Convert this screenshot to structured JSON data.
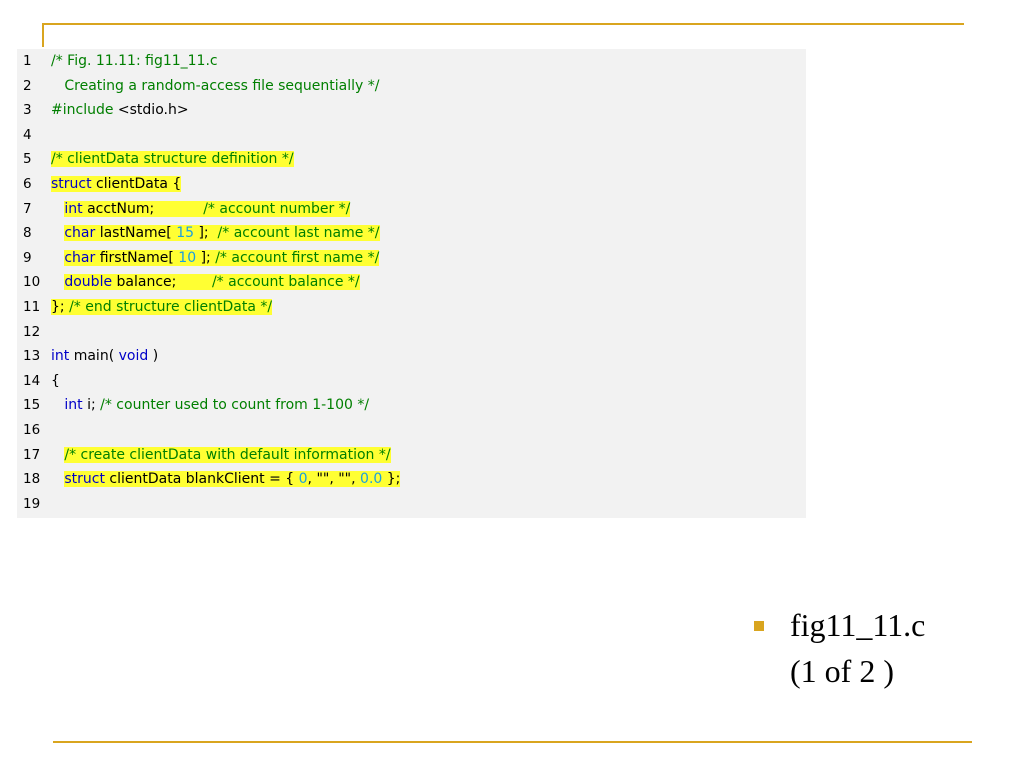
{
  "slide": {
    "bullet_title_line1": "fig11_11.c",
    "bullet_title_line2": "(1 of 2 )"
  },
  "code": {
    "lines": [
      {
        "num": "1",
        "segments": [
          {
            "t": "/* Fig. 11.11: fig11_11.c",
            "c": "cm"
          }
        ]
      },
      {
        "num": "2",
        "segments": [
          {
            "t": "   Creating a random-access file sequentially */",
            "c": "cm"
          }
        ]
      },
      {
        "num": "3",
        "segments": [
          {
            "t": "#include ",
            "c": "pp"
          },
          {
            "t": "<stdio.h>",
            "c": "plain"
          }
        ]
      },
      {
        "num": "4",
        "segments": []
      },
      {
        "num": "5",
        "highlight": true,
        "segments": [
          {
            "t": "/* clientData structure definition */",
            "c": "cm"
          }
        ]
      },
      {
        "num": "6",
        "highlight": true,
        "segments": [
          {
            "t": "struct",
            "c": "kw"
          },
          {
            "t": " clientData {",
            "c": "plain"
          }
        ]
      },
      {
        "num": "7",
        "highlight": true,
        "indent": "   ",
        "segments": [
          {
            "t": "int",
            "c": "kw"
          },
          {
            "t": " acctNum;           ",
            "c": "plain"
          },
          {
            "t": "/* account number */",
            "c": "cm"
          }
        ]
      },
      {
        "num": "8",
        "highlight": true,
        "indent": "   ",
        "segments": [
          {
            "t": "char",
            "c": "kw"
          },
          {
            "t": " lastName[ ",
            "c": "plain"
          },
          {
            "t": "15",
            "c": "num"
          },
          {
            "t": " ];  ",
            "c": "plain"
          },
          {
            "t": "/* account last name */",
            "c": "cm"
          }
        ]
      },
      {
        "num": "9",
        "highlight": true,
        "indent": "   ",
        "segments": [
          {
            "t": "char",
            "c": "kw"
          },
          {
            "t": " firstName[ ",
            "c": "plain"
          },
          {
            "t": "10",
            "c": "num"
          },
          {
            "t": " ]; ",
            "c": "plain"
          },
          {
            "t": "/* account first name */",
            "c": "cm"
          }
        ]
      },
      {
        "num": "10",
        "highlight": true,
        "indent": "   ",
        "segments": [
          {
            "t": "double",
            "c": "kw"
          },
          {
            "t": " balance;        ",
            "c": "plain"
          },
          {
            "t": "/* account balance */",
            "c": "cm"
          }
        ]
      },
      {
        "num": "11",
        "highlight": true,
        "segments": [
          {
            "t": "}; ",
            "c": "plain"
          },
          {
            "t": "/* end structure clientData */",
            "c": "cm"
          }
        ]
      },
      {
        "num": "12",
        "segments": []
      },
      {
        "num": "13",
        "segments": [
          {
            "t": "int",
            "c": "kw"
          },
          {
            "t": " main( ",
            "c": "plain"
          },
          {
            "t": "void",
            "c": "kw"
          },
          {
            "t": " )",
            "c": "plain"
          }
        ]
      },
      {
        "num": "14",
        "segments": [
          {
            "t": "{",
            "c": "plain"
          }
        ]
      },
      {
        "num": "15",
        "indent": "   ",
        "segments": [
          {
            "t": "int",
            "c": "kw"
          },
          {
            "t": " i; ",
            "c": "plain"
          },
          {
            "t": "/* counter used to count from 1-100 */",
            "c": "cm"
          }
        ]
      },
      {
        "num": "16",
        "segments": []
      },
      {
        "num": "17",
        "highlight": true,
        "indent": "   ",
        "segments": [
          {
            "t": "/* create clientData with default information */",
            "c": "cm"
          }
        ]
      },
      {
        "num": "18",
        "highlight": true,
        "indent": "   ",
        "segments": [
          {
            "t": "struct",
            "c": "kw"
          },
          {
            "t": " clientData blankClient = { ",
            "c": "plain"
          },
          {
            "t": "0",
            "c": "num"
          },
          {
            "t": ", ",
            "c": "plain"
          },
          {
            "t": "\"\"",
            "c": "str"
          },
          {
            "t": ", ",
            "c": "plain"
          },
          {
            "t": "\"\"",
            "c": "str"
          },
          {
            "t": ", ",
            "c": "plain"
          },
          {
            "t": "0.0",
            "c": "num"
          },
          {
            "t": " };",
            "c": "plain"
          }
        ]
      },
      {
        "num": "19",
        "segments": []
      }
    ]
  }
}
